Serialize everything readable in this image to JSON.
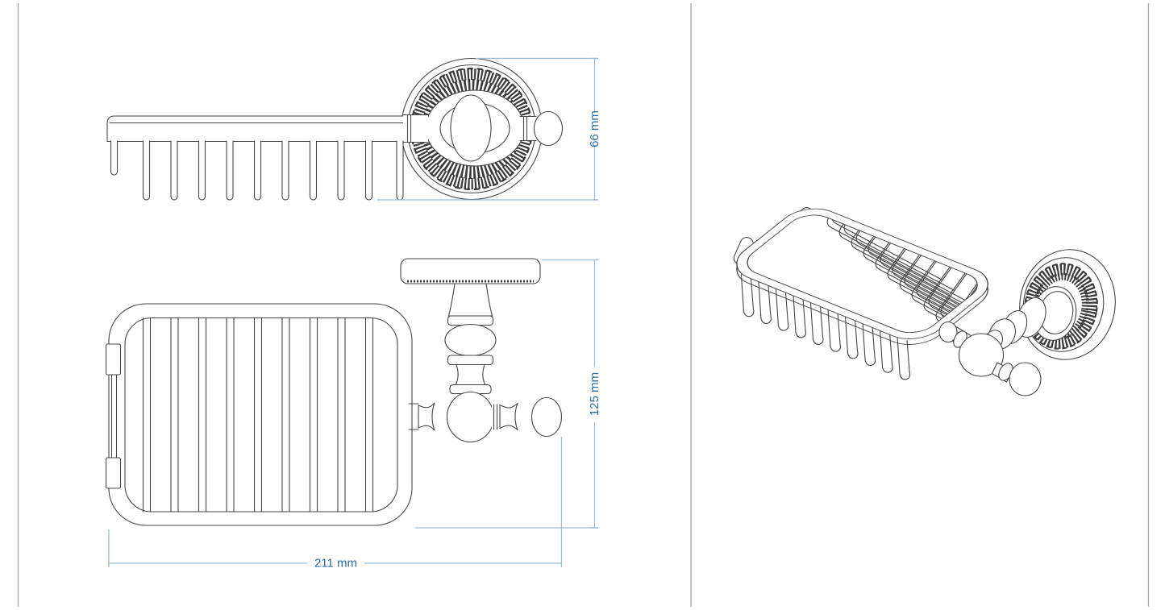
{
  "panels": {
    "divider_color": "#a9a9a9",
    "background": "#ffffff",
    "left": {
      "views": [
        "side view",
        "top view"
      ]
    },
    "right": {
      "views": [
        "isometric view"
      ]
    }
  },
  "artwork": {
    "subject": "wall-mounted wire soap basket",
    "stroke_color": "#454545"
  },
  "dimensions": {
    "line_color": "#9fbcd2",
    "text_color": "#2a6ca5",
    "rosette_diameter": {
      "label": "66 mm",
      "value": 66,
      "unit": "mm"
    },
    "depth": {
      "label": "125 mm",
      "value": 125,
      "unit": "mm"
    },
    "width": {
      "label": "211 mm",
      "value": 211,
      "unit": "mm"
    }
  }
}
